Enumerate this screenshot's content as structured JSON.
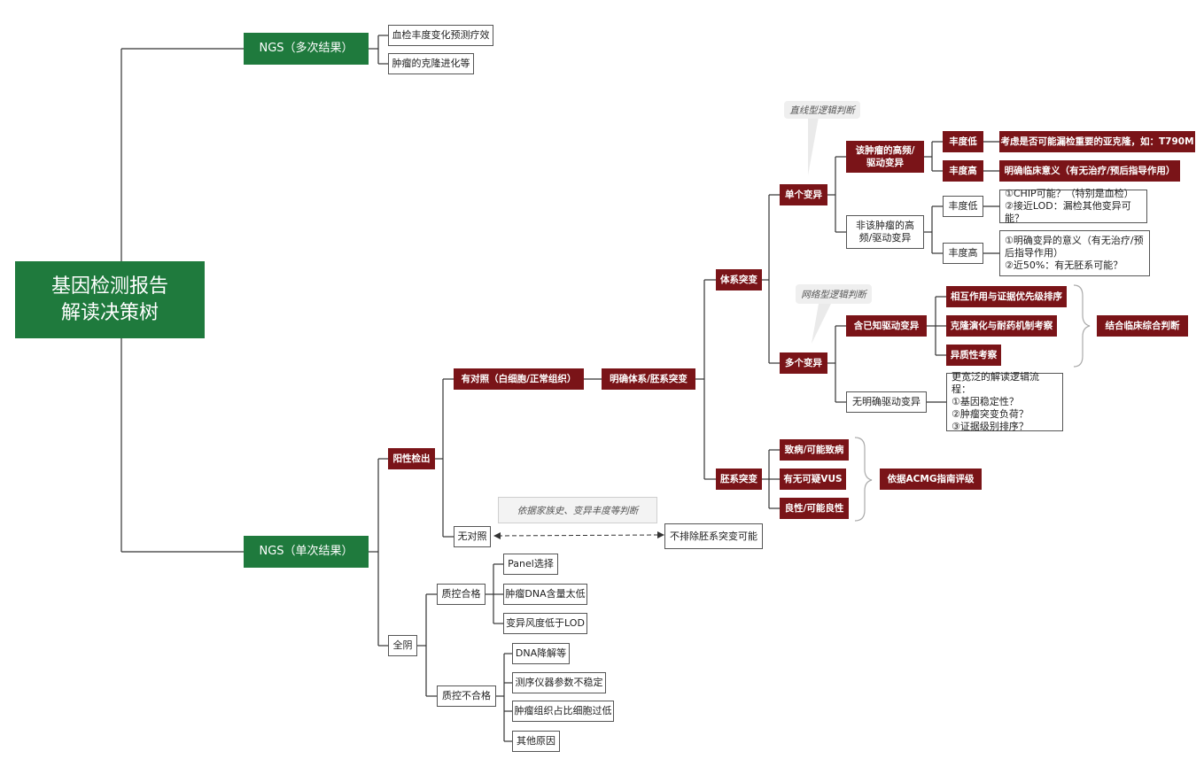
{
  "root": {
    "title": "基因检测报告\n解读决策树"
  },
  "ngs_multi": {
    "label": "NGS（多次结果）",
    "items": [
      "血检丰度变化预测疗效",
      "肿瘤的克隆进化等"
    ]
  },
  "ngs_single": {
    "label": "NGS（单次结果）"
  },
  "positive": {
    "label": "阳性检出"
  },
  "with_control": {
    "label": "有对照（白细胞/正常组织）"
  },
  "clarify": {
    "label": "明确体系/胚系突变"
  },
  "somatic": {
    "label": "体系突变"
  },
  "single_variant": {
    "label": "单个变异"
  },
  "linear_logic": {
    "label": "直线型逻辑判断"
  },
  "high_freq_driver": {
    "label": "该肿瘤的高频/\n驱动变异"
  },
  "low_abundance_red": {
    "label": "丰度低"
  },
  "high_abundance_red": {
    "label": "丰度高"
  },
  "subclone": {
    "label": "考虑是否可能漏检重要的亚克隆，如：T790M"
  },
  "clinical_significance": {
    "label": "明确临床意义（有无治疗/预后指导作用）"
  },
  "non_driver": {
    "label": "非该肿瘤的高\n频/驱动变异"
  },
  "low_abundance": {
    "label": "丰度低"
  },
  "high_abundance": {
    "label": "丰度高"
  },
  "chip_note": {
    "label": "①CHIP可能？（特别是血检）\n②接近LOD：漏检其他变异可能？"
  },
  "meaning_note": {
    "label": "①明确变异的意义（有无治疗/预\n后指导作用）\n②近50%：有无胚系可能？"
  },
  "multi_variant": {
    "label": "多个变异"
  },
  "network_logic": {
    "label": "网络型逻辑判断"
  },
  "known_driver": {
    "label": "含已知驱动变异"
  },
  "interaction": {
    "label": "相互作用与证据优先级排序"
  },
  "clonal_evolution": {
    "label": "克隆演化与耐药机制考察"
  },
  "heterogeneity": {
    "label": "异质性考察"
  },
  "combine_clinical": {
    "label": "结合临床综合判断"
  },
  "no_driver": {
    "label": "无明确驱动变异"
  },
  "broader_logic": {
    "label": "更宽泛的解读逻辑流程：\n①基因稳定性？\n②肿瘤突变负荷？\n③证据级别排序？"
  },
  "germline": {
    "label": "胚系突变"
  },
  "pathogenic": {
    "label": "致病/可能致病"
  },
  "vus": {
    "label": "有无可疑VUS"
  },
  "benign": {
    "label": "良性/可能良性"
  },
  "acmg": {
    "label": "依据ACMG指南评级"
  },
  "no_control": {
    "label": "无对照"
  },
  "family_history": {
    "label": "依据家族史、变异丰度等判断"
  },
  "cannot_exclude": {
    "label": "不排除胚系突变可能"
  },
  "all_negative": {
    "label": "全阴"
  },
  "qc_pass": {
    "label": "质控合格",
    "items": [
      "Panel选择",
      "肿瘤DNA含量太低",
      "变异风度低于LOD"
    ]
  },
  "qc_fail": {
    "label": "质控不合格",
    "items": [
      "DNA降解等",
      "测序仪器参数不稳定",
      "肿瘤组织占比细胞过低",
      "其他原因"
    ]
  },
  "colors": {
    "green": "#1f7a3d",
    "dark_red": "#7a1418",
    "line": "#333333"
  }
}
